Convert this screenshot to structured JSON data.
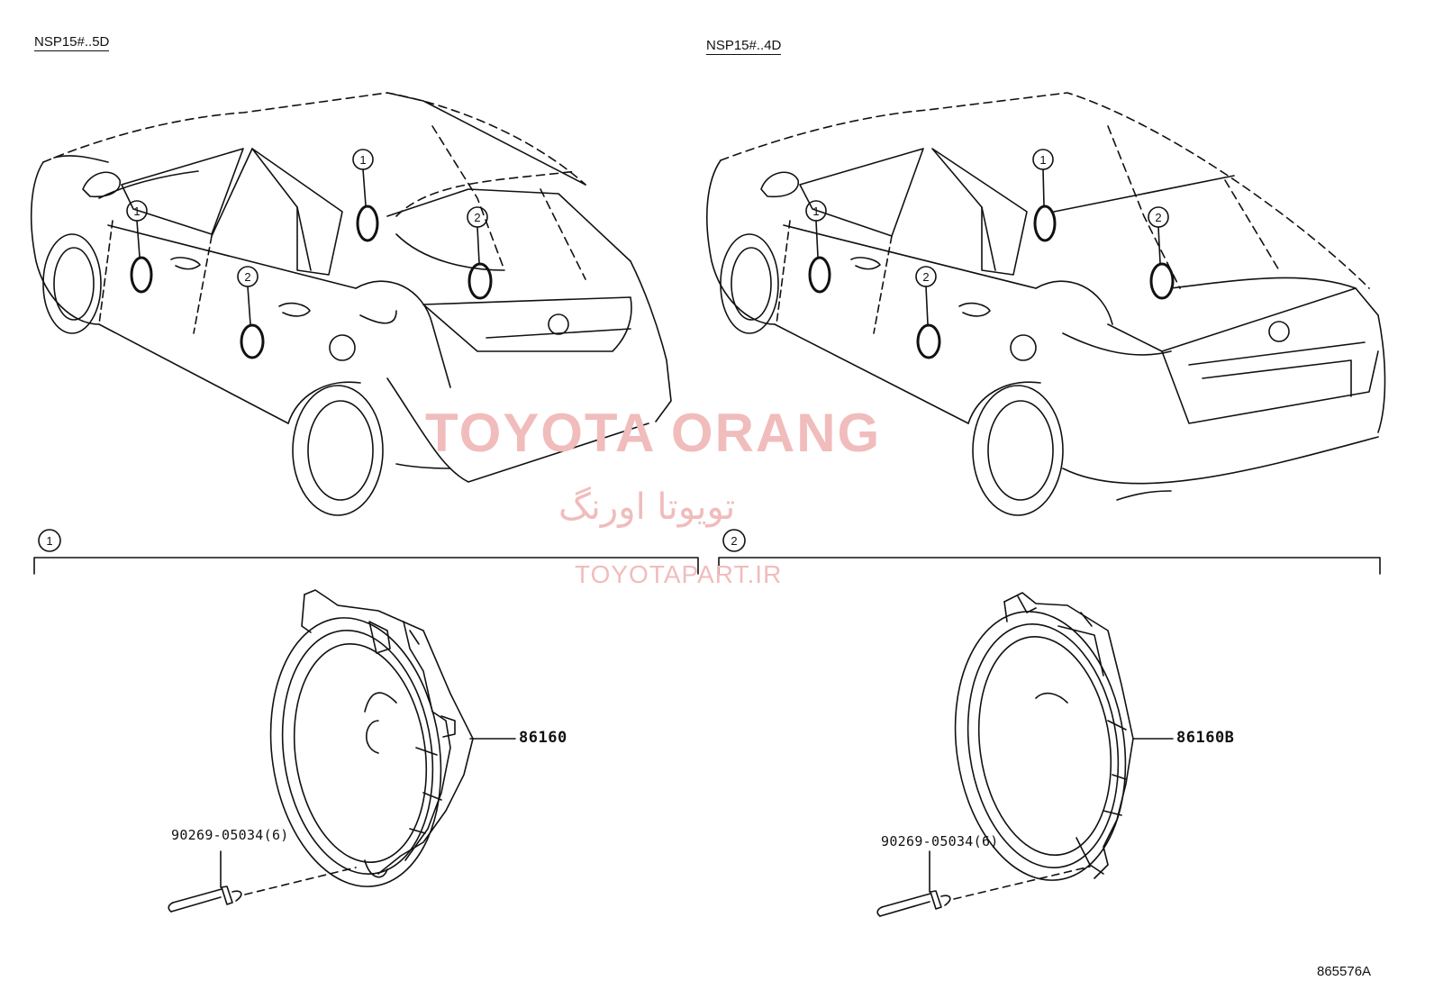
{
  "variants": {
    "left": "NSP15#..5D",
    "right": "NSP15#..4D"
  },
  "callouts": {
    "one": "1",
    "two": "2"
  },
  "parts": {
    "left_speaker": "86160",
    "right_speaker": "86160B",
    "left_rivet": "90269-05034(6)",
    "right_rivet": "90269-05034(6)"
  },
  "watermark": {
    "brand": "TOYOTA ORANG",
    "persian": "تویوتا اورنگ",
    "url": "TOYOTAPART.IR"
  },
  "reference_code": "865576A",
  "colors": {
    "line": "#111111",
    "watermark": "#f1bcbc",
    "background": "#ffffff"
  }
}
